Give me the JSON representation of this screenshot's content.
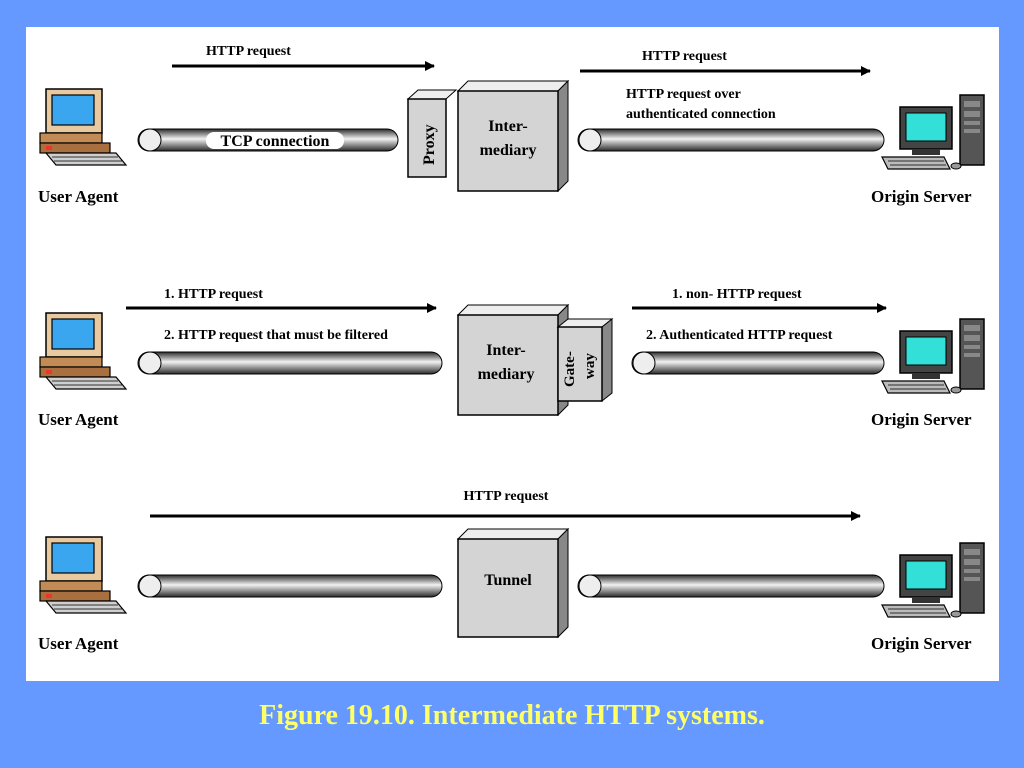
{
  "figure": {
    "caption": "Figure 19.10. Intermediate HTTP systems.",
    "colors": {
      "background": "#6699ff",
      "panel": "#ffffff",
      "caption": "#ffff66",
      "box_face": "#d4d4d4",
      "monitor_screen_user": "#3aa6f0",
      "monitor_screen_server": "#33e0d8"
    }
  },
  "rows": [
    {
      "left_label": "User Agent",
      "right_label": "Origin Server",
      "tube_left_text": "TCP connection",
      "left_arrow_lines": [
        "HTTP request"
      ],
      "right_arrow_lines": [
        "HTTP request"
      ],
      "right_notes": [
        "HTTP request over",
        "authenticated connection"
      ],
      "side_box_lines": [
        "Proxy"
      ],
      "box_lines": [
        "Inter-",
        "mediary"
      ]
    },
    {
      "left_label": "User Agent",
      "right_label": "Origin Server",
      "left_arrow_lines": [
        "1. HTTP request",
        "2. HTTP request that must be filtered"
      ],
      "right_arrow_lines": [
        "1. non- HTTP request",
        "2. Authenticated HTTP request"
      ],
      "box_lines": [
        "Inter-",
        "mediary"
      ],
      "side_box_lines": [
        "Gate-",
        "way"
      ]
    },
    {
      "left_label": "User Agent",
      "right_label": "Origin Server",
      "arrow_lines": [
        "HTTP request"
      ],
      "box_lines": [
        "Tunnel"
      ]
    }
  ]
}
